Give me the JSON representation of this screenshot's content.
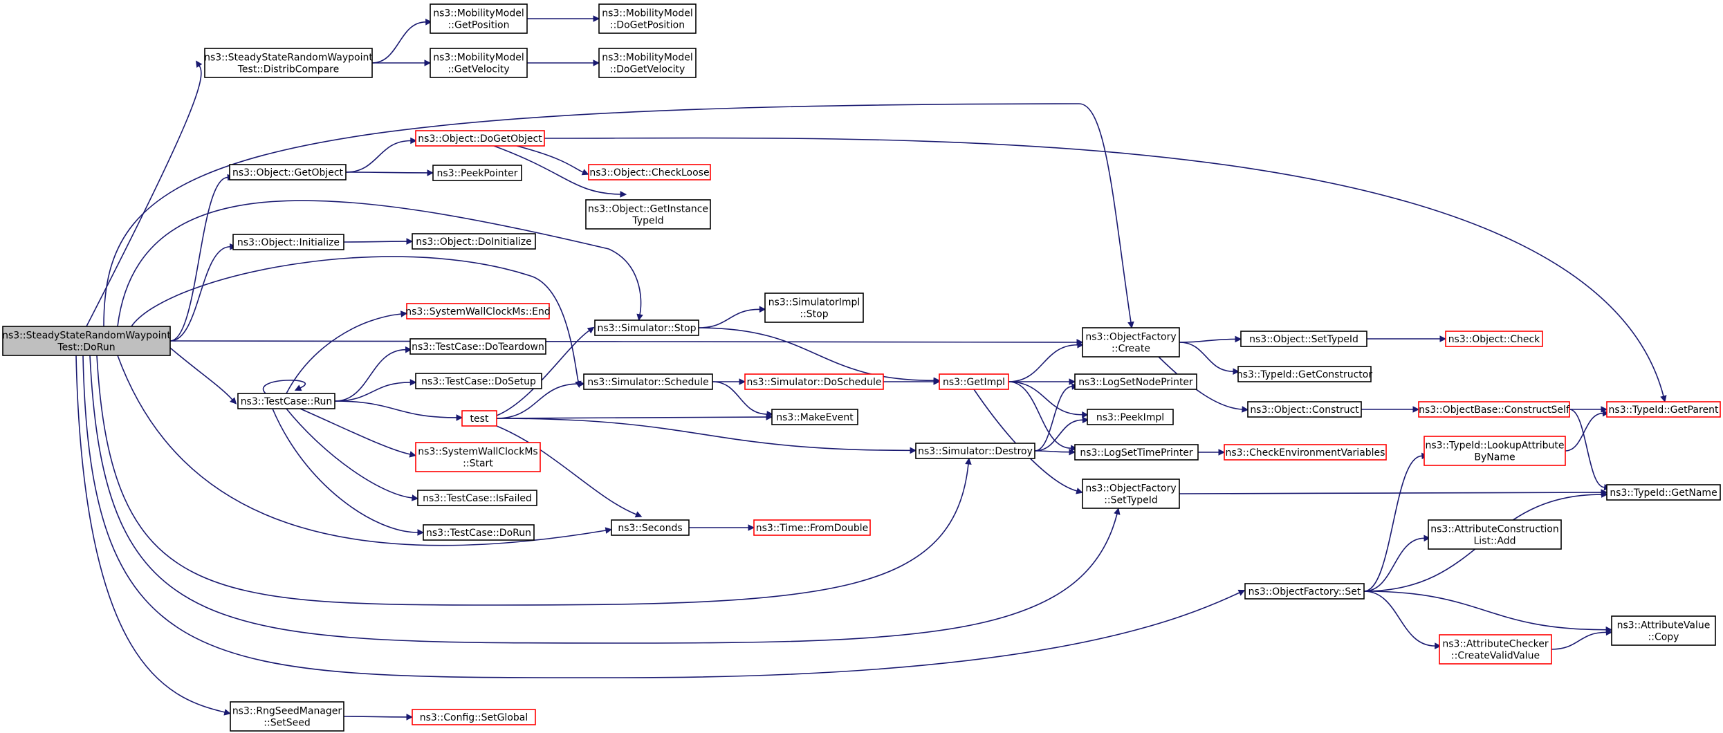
{
  "colors": {
    "edge": "#191970",
    "normal_border": "#000000",
    "truncated_border": "#ff0000",
    "root_fill": "#bfbfbf",
    "node_fill": "#ffffff"
  },
  "nodes": {
    "root": {
      "lines": [
        "ns3::SteadyStateRandomWaypoint",
        "Test::DoRun"
      ],
      "style": "root"
    },
    "distrib": {
      "lines": [
        "ns3::SteadyStateRandomWaypoint",
        "Test::DistribCompare"
      ],
      "style": "normal"
    },
    "getpos": {
      "lines": [
        "ns3::MobilityModel",
        "::GetPosition"
      ],
      "style": "normal"
    },
    "dogetpos": {
      "lines": [
        "ns3::MobilityModel",
        "::DoGetPosition"
      ],
      "style": "normal"
    },
    "getvel": {
      "lines": [
        "ns3::MobilityModel",
        "::GetVelocity"
      ],
      "style": "normal"
    },
    "dogetvel": {
      "lines": [
        "ns3::MobilityModel",
        "::DoGetVelocity"
      ],
      "style": "normal"
    },
    "dogetobject": {
      "lines": [
        "ns3::Object::DoGetObject"
      ],
      "style": "truncated"
    },
    "getobject": {
      "lines": [
        "ns3::Object::GetObject"
      ],
      "style": "normal"
    },
    "peekpointer": {
      "lines": [
        "ns3::PeekPointer"
      ],
      "style": "normal"
    },
    "checkloose": {
      "lines": [
        "ns3::Object::CheckLoose"
      ],
      "style": "truncated"
    },
    "getinstance": {
      "lines": [
        "ns3::Object::GetInstance",
        "TypeId"
      ],
      "style": "normal"
    },
    "initialize": {
      "lines": [
        "ns3::Object::Initialize"
      ],
      "style": "normal"
    },
    "doinitialize": {
      "lines": [
        "ns3::Object::DoInitialize"
      ],
      "style": "normal"
    },
    "swcend": {
      "lines": [
        "ns3::SystemWallClockMs::End"
      ],
      "style": "truncated"
    },
    "teardown": {
      "lines": [
        "ns3::TestCase::DoTeardown"
      ],
      "style": "normal"
    },
    "setup": {
      "lines": [
        "ns3::TestCase::DoSetup"
      ],
      "style": "normal"
    },
    "run": {
      "lines": [
        "ns3::TestCase::Run"
      ],
      "style": "normal"
    },
    "test": {
      "lines": [
        "test"
      ],
      "style": "truncated"
    },
    "swcstart": {
      "lines": [
        "ns3::SystemWallClockMs",
        "::Start"
      ],
      "style": "truncated"
    },
    "isfailed": {
      "lines": [
        "ns3::TestCase::IsFailed"
      ],
      "style": "normal"
    },
    "tcdorun": {
      "lines": [
        "ns3::TestCase::DoRun"
      ],
      "style": "normal"
    },
    "stop": {
      "lines": [
        "ns3::Simulator::Stop"
      ],
      "style": "normal"
    },
    "simimplstop": {
      "lines": [
        "ns3::SimulatorImpl",
        "::Stop"
      ],
      "style": "normal"
    },
    "schedule": {
      "lines": [
        "ns3::Simulator::Schedule"
      ],
      "style": "normal"
    },
    "doschedule": {
      "lines": [
        "ns3::Simulator::DoSchedule"
      ],
      "style": "truncated"
    },
    "makeevent": {
      "lines": [
        "ns3::MakeEvent"
      ],
      "style": "normal"
    },
    "getimpl": {
      "lines": [
        "ns3::GetImpl"
      ],
      "style": "truncated"
    },
    "seconds": {
      "lines": [
        "ns3::Seconds"
      ],
      "style": "normal"
    },
    "fromdouble": {
      "lines": [
        "ns3::Time::FromDouble"
      ],
      "style": "truncated"
    },
    "destroy": {
      "lines": [
        "ns3::Simulator::Destroy"
      ],
      "style": "normal"
    },
    "ofcreate": {
      "lines": [
        "ns3::ObjectFactory",
        "::Create"
      ],
      "style": "normal"
    },
    "lognode": {
      "lines": [
        "ns3::LogSetNodePrinter"
      ],
      "style": "normal"
    },
    "peekimpl": {
      "lines": [
        "ns3::PeekImpl"
      ],
      "style": "normal"
    },
    "logtime": {
      "lines": [
        "ns3::LogSetTimePrinter"
      ],
      "style": "normal"
    },
    "ofsettypeid": {
      "lines": [
        "ns3::ObjectFactory",
        "::SetTypeId"
      ],
      "style": "normal"
    },
    "objsettypeid": {
      "lines": [
        "ns3::Object::SetTypeId"
      ],
      "style": "normal"
    },
    "objcheck": {
      "lines": [
        "ns3::Object::Check"
      ],
      "style": "truncated"
    },
    "getconstructor": {
      "lines": [
        "ns3::TypeId::GetConstructor"
      ],
      "style": "normal"
    },
    "construct": {
      "lines": [
        "ns3::Object::Construct"
      ],
      "style": "normal"
    },
    "constructself": {
      "lines": [
        "ns3::ObjectBase::ConstructSelf"
      ],
      "style": "truncated"
    },
    "getparent": {
      "lines": [
        "ns3::TypeId::GetParent"
      ],
      "style": "truncated"
    },
    "checkenv": {
      "lines": [
        "ns3::CheckEnvironmentVariables"
      ],
      "style": "truncated"
    },
    "lookupattr": {
      "lines": [
        "ns3::TypeId::LookupAttribute",
        "ByName"
      ],
      "style": "truncated"
    },
    "getname": {
      "lines": [
        "ns3::TypeId::GetName"
      ],
      "style": "normal"
    },
    "attrconstadd": {
      "lines": [
        "ns3::AttributeConstruction",
        "List::Add"
      ],
      "style": "normal"
    },
    "ofset": {
      "lines": [
        "ns3::ObjectFactory::Set"
      ],
      "style": "normal"
    },
    "attrcopy": {
      "lines": [
        "ns3::AttributeValue",
        "::Copy"
      ],
      "style": "normal"
    },
    "createvalid": {
      "lines": [
        "ns3::AttributeChecker",
        "::CreateValidValue"
      ],
      "style": "truncated"
    },
    "setseed": {
      "lines": [
        "ns3::RngSeedManager",
        "::SetSeed"
      ],
      "style": "normal"
    },
    "setglobal": {
      "lines": [
        "ns3::Config::SetGlobal"
      ],
      "style": "truncated"
    }
  },
  "edges": [
    [
      "root",
      "distrib"
    ],
    [
      "root",
      "dogetobject"
    ],
    [
      "root",
      "getobject"
    ],
    [
      "root",
      "stop"
    ],
    [
      "root",
      "initialize"
    ],
    [
      "root",
      "schedule"
    ],
    [
      "root",
      "run"
    ],
    [
      "root",
      "seconds"
    ],
    [
      "root",
      "destroy"
    ],
    [
      "root",
      "ofcreate"
    ],
    [
      "root",
      "ofsettypeid"
    ],
    [
      "root",
      "ofset"
    ],
    [
      "root",
      "setseed"
    ],
    [
      "distrib",
      "getpos"
    ],
    [
      "distrib",
      "getvel"
    ],
    [
      "getpos",
      "dogetpos"
    ],
    [
      "getvel",
      "dogetvel"
    ],
    [
      "getobject",
      "dogetobject"
    ],
    [
      "getobject",
      "peekpointer"
    ],
    [
      "dogetobject",
      "checkloose"
    ],
    [
      "dogetobject",
      "getinstance"
    ],
    [
      "dogetobject",
      "getparent"
    ],
    [
      "initialize",
      "doinitialize"
    ],
    [
      "run",
      "run"
    ],
    [
      "run",
      "swcend"
    ],
    [
      "run",
      "teardown"
    ],
    [
      "run",
      "setup"
    ],
    [
      "run",
      "test"
    ],
    [
      "run",
      "swcstart"
    ],
    [
      "run",
      "isfailed"
    ],
    [
      "run",
      "tcdorun"
    ],
    [
      "test",
      "stop"
    ],
    [
      "test",
      "schedule"
    ],
    [
      "test",
      "makeevent"
    ],
    [
      "test",
      "seconds"
    ],
    [
      "test",
      "destroy"
    ],
    [
      "stop",
      "simimplstop"
    ],
    [
      "stop",
      "getimpl"
    ],
    [
      "schedule",
      "doschedule"
    ],
    [
      "schedule",
      "makeevent"
    ],
    [
      "doschedule",
      "getimpl"
    ],
    [
      "getimpl",
      "ofcreate"
    ],
    [
      "getimpl",
      "lognode"
    ],
    [
      "getimpl",
      "peekimpl"
    ],
    [
      "getimpl",
      "logtime"
    ],
    [
      "getimpl",
      "ofsettypeid"
    ],
    [
      "seconds",
      "fromdouble"
    ],
    [
      "destroy",
      "lognode"
    ],
    [
      "destroy",
      "peekimpl"
    ],
    [
      "destroy",
      "logtime"
    ],
    [
      "logtime",
      "checkenv"
    ],
    [
      "ofcreate",
      "objsettypeid"
    ],
    [
      "ofcreate",
      "getconstructor"
    ],
    [
      "ofcreate",
      "construct"
    ],
    [
      "objsettypeid",
      "objcheck"
    ],
    [
      "construct",
      "constructself"
    ],
    [
      "constructself",
      "getparent"
    ],
    [
      "constructself",
      "getname"
    ],
    [
      "lookupattr",
      "getparent"
    ],
    [
      "ofsettypeid",
      "getname"
    ],
    [
      "ofset",
      "lookupattr"
    ],
    [
      "ofset",
      "attrconstadd"
    ],
    [
      "ofset",
      "getname"
    ],
    [
      "ofset",
      "attrcopy"
    ],
    [
      "ofset",
      "createvalid"
    ],
    [
      "createvalid",
      "attrcopy"
    ],
    [
      "setseed",
      "setglobal"
    ]
  ]
}
